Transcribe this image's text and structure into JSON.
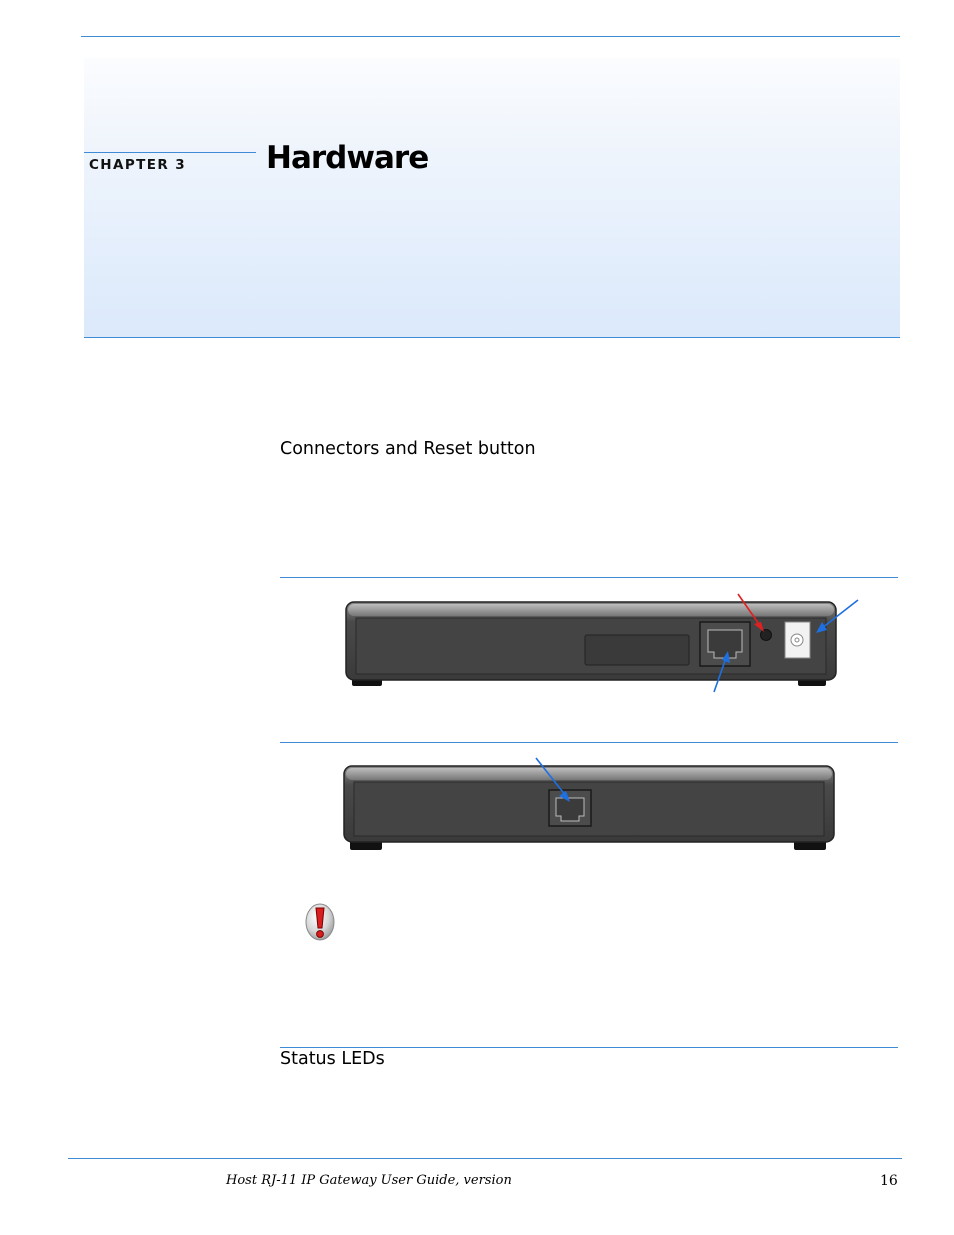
{
  "chapter": {
    "label": "CHAPTER 3",
    "title": "Hardware"
  },
  "sections": {
    "connectors": "Connectors and Reset button",
    "status_leds": "Status LEDs"
  },
  "figures": {
    "back_panel_device": "device back view with Ethernet port, reset button and power jack",
    "front_panel_device": "device front view with RJ-11 phone port"
  },
  "icons": {
    "warning": "warning-exclamation-icon"
  },
  "colors": {
    "rule": "#3f8bd6",
    "callout_blue": "#1e6fe0",
    "callout_red": "#e02020"
  },
  "footer": {
    "text": "Host RJ-11 IP Gateway User Guide, version",
    "page_number": "16"
  }
}
